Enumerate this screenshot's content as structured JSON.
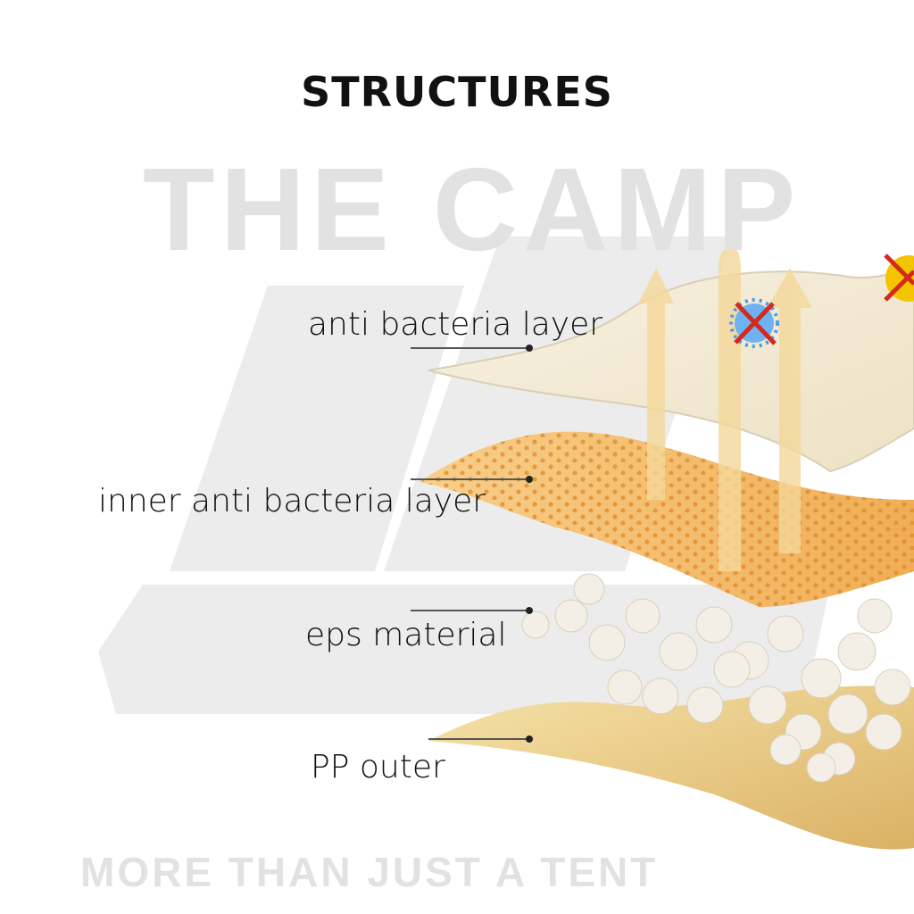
{
  "title": "STRUCTURES",
  "watermark": {
    "brand": "THE CAMP",
    "tagline": "MORE THAN JUST A TENT"
  },
  "layers": [
    {
      "label": "anti bacteria layer"
    },
    {
      "label": "inner anti bacteria layer"
    },
    {
      "label": "eps material"
    },
    {
      "label": "PP outer"
    }
  ],
  "icons": [
    "virus-blocked-icon",
    "sun-blocked-icon",
    "airflow-arrows-icon"
  ],
  "colors": {
    "title": "#111111",
    "blocked_x": "#d42a1c",
    "virus": "#4a9bea",
    "sun": "#f5c400",
    "orange_layer": "#f3b55c",
    "gold_layer": "#e9c77e",
    "cream_layer": "#f3ecd9"
  }
}
